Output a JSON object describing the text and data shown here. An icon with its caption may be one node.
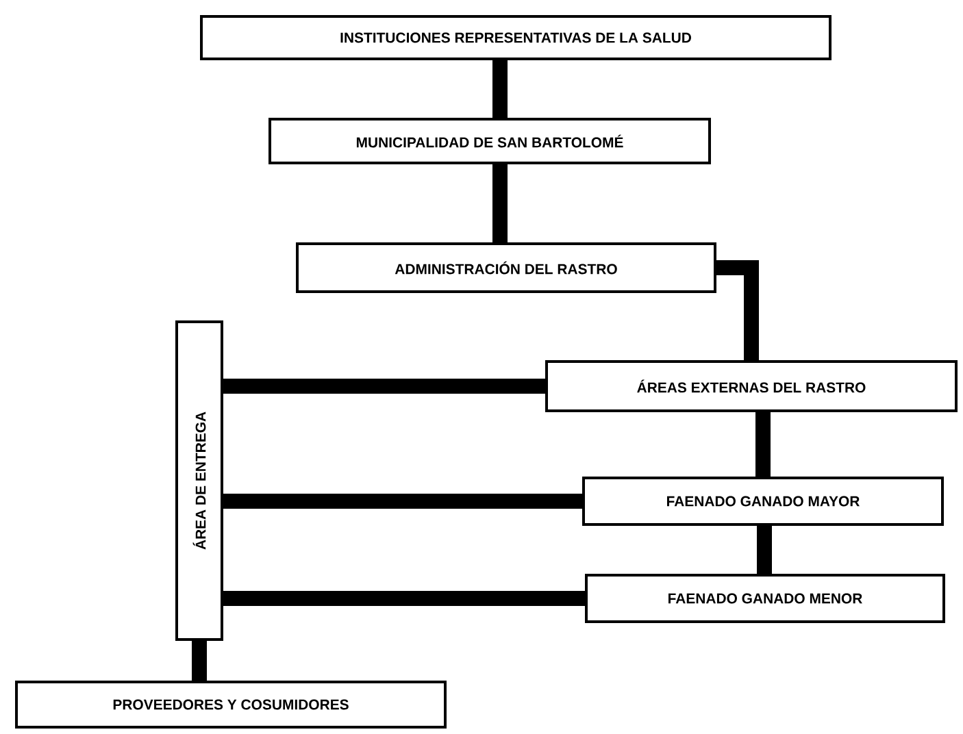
{
  "diagram": {
    "nodes": [
      {
        "text": [
          "INSTITUCIONES REPRESENTATIVAS DE LA SALUD"
        ]
      },
      {
        "text": [
          "MUNICIPALIDAD DE SAN BARTOLOMÉ"
        ]
      },
      {
        "text": [
          "ADMINISTRACIÓN DEL RASTRO"
        ]
      },
      {
        "text": [
          "ÁREAS EXTERNAS DEL RASTRO"
        ]
      },
      {
        "text": [
          "FAENADO GANADO MAYOR"
        ]
      },
      {
        "text": [
          "FAENADO GANADO MENOR"
        ]
      },
      {
        "text": [
          "ÁREA DE ENTREGA"
        ]
      },
      {
        "text": [
          "PROVEEDORES Y COSUMIDORES"
        ]
      }
    ],
    "edges": [
      {
        "from": 0,
        "to": 1,
        "arrow": "none"
      },
      {
        "from": 1,
        "to": 2,
        "arrow": "none"
      },
      {
        "from": 2,
        "to": 3,
        "arrow": "none"
      },
      {
        "from": 3,
        "to": 4,
        "arrow": "none"
      },
      {
        "from": 4,
        "to": 5,
        "arrow": "none"
      },
      {
        "from": 6,
        "to": 3,
        "arrow": "none"
      },
      {
        "from": 6,
        "to": 4,
        "arrow": "none"
      },
      {
        "from": 6,
        "to": 5,
        "arrow": "none"
      },
      {
        "from": 6,
        "to": 7,
        "arrow": "none"
      }
    ]
  }
}
